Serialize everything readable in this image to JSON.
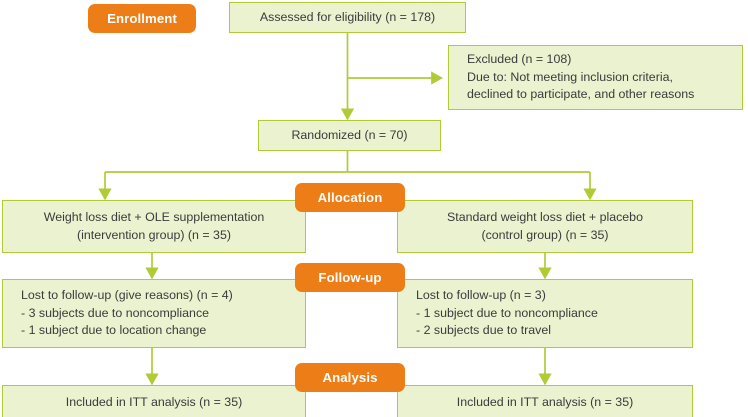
{
  "diagram": {
    "type": "consort-flow-diagram",
    "colors": {
      "badge_background": "#ED7D16",
      "badge_text": "#FFFFFF",
      "box_fill": "#EAF2D0",
      "box_border": "#AFCC37",
      "connector": "#AFCC37",
      "text": "#3B3B3B",
      "page_background": "#FFFFFF"
    },
    "stages": {
      "enrollment": "Enrollment",
      "allocation": "Allocation",
      "followup": "Follow-up",
      "analysis": "Analysis"
    },
    "nodes": {
      "assessed": {
        "lines": [
          "Assessed for eligibility (n = 178)"
        ]
      },
      "excluded": {
        "lines": [
          "Excluded (n = 108)",
          "Due to: Not meeting inclusion criteria,",
          "declined to participate, and other reasons"
        ]
      },
      "randomized": {
        "lines": [
          "Randomized (n = 70)"
        ]
      },
      "allocation_intervention": {
        "lines": [
          "Weight loss diet + OLE supplementation",
          "(intervention group) (n = 35)"
        ]
      },
      "allocation_control": {
        "lines": [
          "Standard weight loss diet + placebo",
          "(control group) (n = 35)"
        ]
      },
      "followup_intervention": {
        "lines": [
          "Lost to follow-up (give reasons) (n = 4)",
          "- 3 subjects due to noncompliance",
          "- 1 subject due to location change"
        ]
      },
      "followup_control": {
        "lines": [
          "Lost to follow-up (n = 3)",
          "- 1 subject due to noncompliance",
          "- 2 subjects due to travel"
        ]
      },
      "analysis_intervention": {
        "lines": [
          "Included in ITT analysis (n = 35)"
        ]
      },
      "analysis_control": {
        "lines": [
          "Included in ITT analysis (n = 35)"
        ]
      }
    }
  }
}
